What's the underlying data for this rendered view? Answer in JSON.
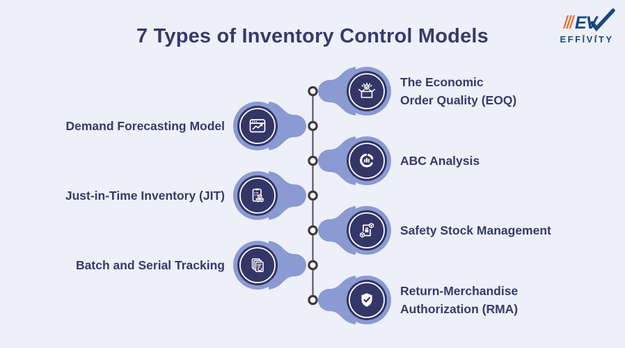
{
  "page": {
    "title": "7 Types of Inventory Control Models"
  },
  "logo": {
    "brand": "EFFIVITY",
    "monogram": "EV"
  },
  "colors": {
    "bg": "#EDF0F8",
    "text": "#363A6B",
    "blob": "#8B9AD2",
    "disc": "#333667",
    "ring": "#FFFFFF",
    "line": "#4D4D4D",
    "dot_border": "#3C3C3C",
    "logo_blue": "#17497F",
    "logo_orange": "#F26522"
  },
  "timeline": {
    "dot_count": 7
  },
  "items": [
    {
      "side": "right",
      "icon": "open-box-check-icon",
      "label": "The Economic\nOrder Quality (EOQ)"
    },
    {
      "side": "left",
      "icon": "forecast-window-icon",
      "label": "Demand Forecasting Model"
    },
    {
      "side": "right",
      "icon": "donut-bars-icon",
      "label": "ABC Analysis"
    },
    {
      "side": "left",
      "icon": "clipboard-cubes-icon",
      "label": "Just-in-Time Inventory (JIT)"
    },
    {
      "side": "right",
      "icon": "secured-cubes-icon",
      "label": "Safety Stock Management"
    },
    {
      "side": "left",
      "icon": "stacked-documents-icon",
      "label": "Batch and Serial Tracking"
    },
    {
      "side": "right",
      "icon": "shield-check-icon",
      "label": "Return-Merchandise\nAuthorization (RMA)"
    }
  ]
}
